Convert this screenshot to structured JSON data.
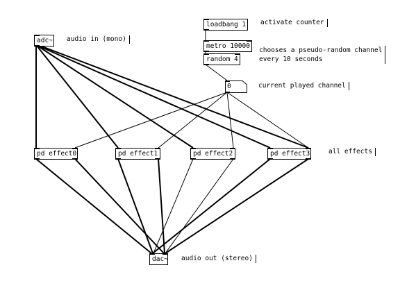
{
  "patch": {
    "objects": {
      "adc": "adc~",
      "loadbang": "loadbang 1",
      "metro": "metro 10000",
      "random": "random 4",
      "effect0": "pd effect0",
      "effect1": "pd effect1",
      "effect2": "pd effect2",
      "effect3": "pd effect3",
      "dac": "dac~"
    },
    "number_box_value": "0",
    "comments": {
      "audio_in": "audio in (mono)",
      "activate_counter": "activate counter",
      "random_channel_line1": "chooses a pseudo-random channel",
      "random_channel_line2": "every 10 seconds",
      "current_channel": "current played channel",
      "all_effects": "all effects",
      "audio_out": "audio out (stereo)"
    }
  }
}
